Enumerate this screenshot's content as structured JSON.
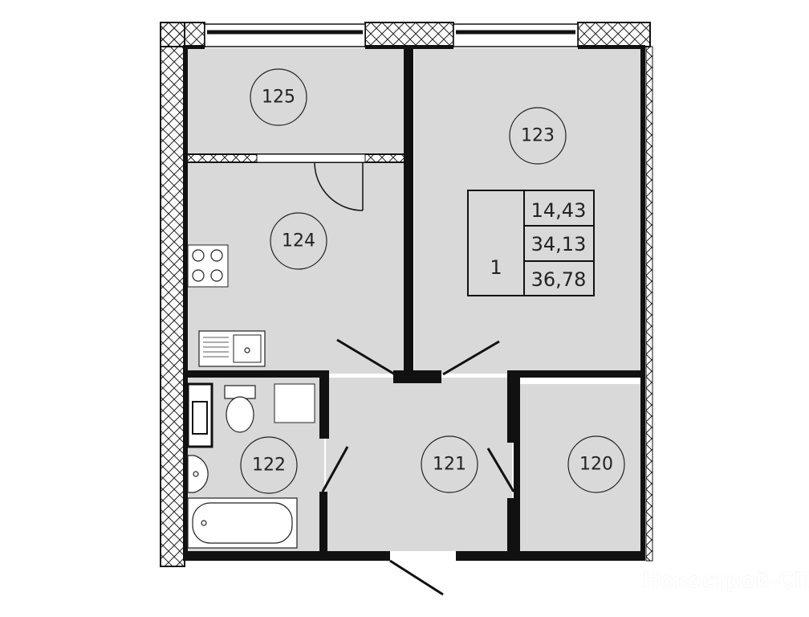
{
  "plan": {
    "rooms": [
      {
        "id": "125",
        "label": "125"
      },
      {
        "id": "124",
        "label": "124"
      },
      {
        "id": "123",
        "label": "123"
      },
      {
        "id": "122",
        "label": "122"
      },
      {
        "id": "121",
        "label": "121"
      },
      {
        "id": "120",
        "label": "120"
      }
    ],
    "summary": {
      "rooms_count": "1",
      "living_area": "14,43",
      "total_area": "34,13",
      "total_area_with_balcony": "36,78"
    },
    "watermark": "Новострой-СПб",
    "colors": {
      "room_fill": "#d9d9d9",
      "wall": "#111111"
    }
  }
}
